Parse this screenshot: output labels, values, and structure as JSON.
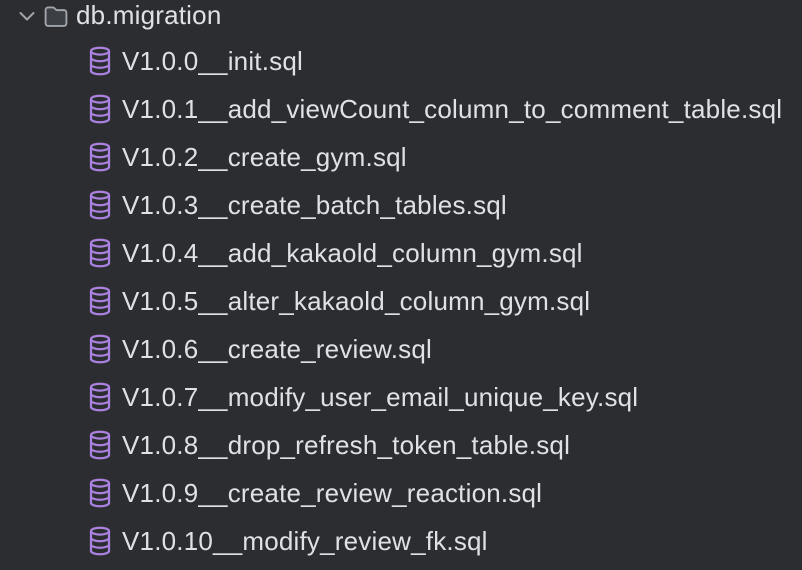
{
  "colors": {
    "background": "#2b2d30",
    "text": "#dfe1e5",
    "icon_gray": "#a0a4ab",
    "folder_fill": "#3c3f44",
    "database_icon_purple": "#ac82e0"
  },
  "icons": {
    "expand_state": "chevron-down-icon",
    "folder": "folder-icon",
    "file": "database-icon"
  },
  "tree": {
    "folder_row": {
      "label": "db.migration",
      "state": "expanded"
    },
    "files": [
      "V1.0.0__init.sql",
      "V1.0.1__add_viewCount_column_to_comment_table.sql",
      "V1.0.2__create_gym.sql",
      "V1.0.3__create_batch_tables.sql",
      "V1.0.4__add_kakaold_column_gym.sql",
      "V1.0.5__alter_kakaold_column_gym.sql",
      "V1.0.6__create_review.sql",
      "V1.0.7__modify_user_email_unique_key.sql",
      "V1.0.8__drop_refresh_token_table.sql",
      "V1.0.9__create_review_reaction.sql",
      "V1.0.10__modify_review_fk.sql"
    ]
  }
}
